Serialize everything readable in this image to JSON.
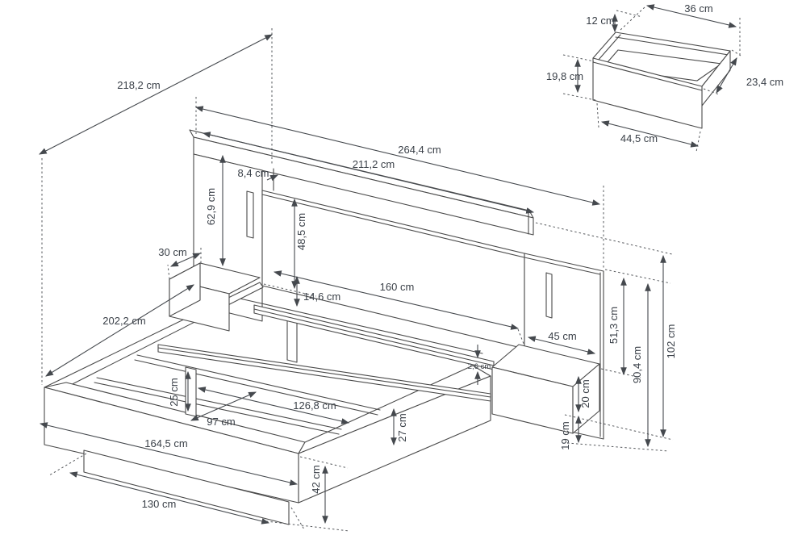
{
  "figure": {
    "type": "technical-dimension-drawing",
    "subject": "bed with headboard, floating nightstands and drawer detail",
    "background_color": "#ffffff",
    "line_color": "#4a4a4a",
    "text_color": "#3a4048"
  },
  "main_drawing": {
    "dims": {
      "d218": "218,2 cm",
      "d264": "264,4 cm",
      "d211": "211,2 cm",
      "d84": "8,4 cm",
      "d629": "62,9 cm",
      "d485": "48,5 cm",
      "d30": "30 cm",
      "d160": "160 cm",
      "d146": "14,6 cm",
      "d2022": "202,2 cm",
      "d45": "45 cm",
      "d513": "51,3 cm",
      "d904": "90,4 cm",
      "d102": "102 cm",
      "d26": "2,6 cm",
      "d25": "25 cm",
      "d20": "20 cm",
      "d1268": "126,8 cm",
      "d97": "97 cm",
      "d27": "27 cm",
      "d19": "19 cm",
      "d1645": "164,5 cm",
      "d42": "42 cm",
      "d130": "130 cm"
    }
  },
  "drawer_detail": {
    "dims": {
      "w36": "36 cm",
      "h12": "12 cm",
      "h198": "19,8 cm",
      "dp234": "23,4 cm",
      "w445": "44,5 cm"
    }
  }
}
